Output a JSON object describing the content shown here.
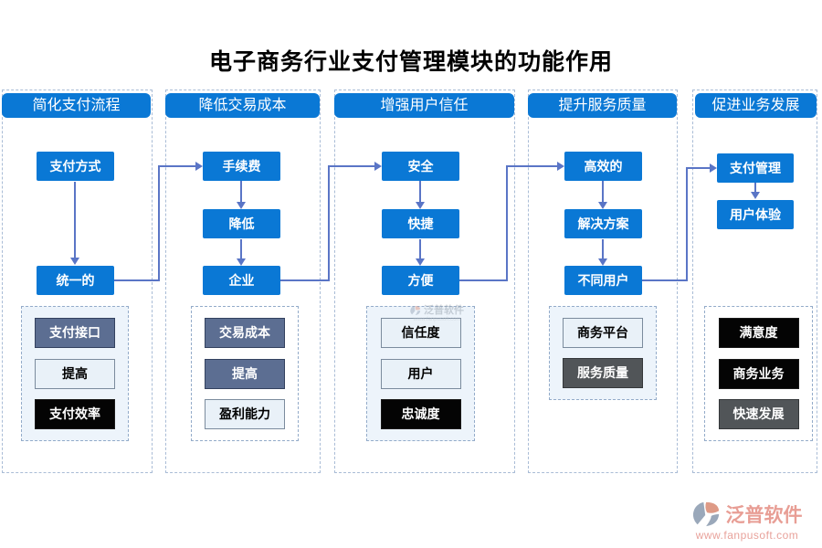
{
  "title": "电子商务行业支付管理模块的功能作用",
  "columns": [
    {
      "header": "简化支付流程",
      "flow": [
        "支付方式",
        "统一的"
      ],
      "notes": [
        {
          "label": "支付接口",
          "tone": "slate"
        },
        {
          "label": "提高",
          "tone": "light"
        },
        {
          "label": "支付效率",
          "tone": "black"
        }
      ]
    },
    {
      "header": "降低交易成本",
      "flow": [
        "手续费",
        "降低",
        "企业"
      ],
      "notes": [
        {
          "label": "交易成本",
          "tone": "slate"
        },
        {
          "label": "提高",
          "tone": "slate"
        },
        {
          "label": "盈利能力",
          "tone": "light"
        }
      ]
    },
    {
      "header": "增强用户信任",
      "flow": [
        "安全",
        "快捷",
        "方便"
      ],
      "notes": [
        {
          "label": "信任度",
          "tone": "light"
        },
        {
          "label": "用户",
          "tone": "light"
        },
        {
          "label": "忠诚度",
          "tone": "black"
        }
      ]
    },
    {
      "header": "提升服务质量",
      "flow": [
        "高效的",
        "解决方案",
        "不同用户"
      ],
      "notes": [
        {
          "label": "商务平台",
          "tone": "light"
        },
        {
          "label": "服务质量",
          "tone": "darkgray"
        }
      ]
    },
    {
      "header": "促进业务发展",
      "flow": [
        "支付管理",
        "用户体验"
      ],
      "notes": [
        {
          "label": "满意度",
          "tone": "black"
        },
        {
          "label": "商务业务",
          "tone": "black"
        },
        {
          "label": "快速发展",
          "tone": "darkgray"
        }
      ]
    }
  ],
  "watermark": {
    "brand": "泛普软件"
  },
  "footer": {
    "brand": "泛普软件",
    "url": "www.fanpusoft.com"
  },
  "colors": {
    "primary_blue": "#0a78d5",
    "connector_blue": "#5a75c6",
    "slate_box": "#5c6e92",
    "light_box": "#e9f1f8",
    "black_box": "#040404",
    "darkgray_box": "#515558",
    "brand_salmon": "#e89e95"
  }
}
